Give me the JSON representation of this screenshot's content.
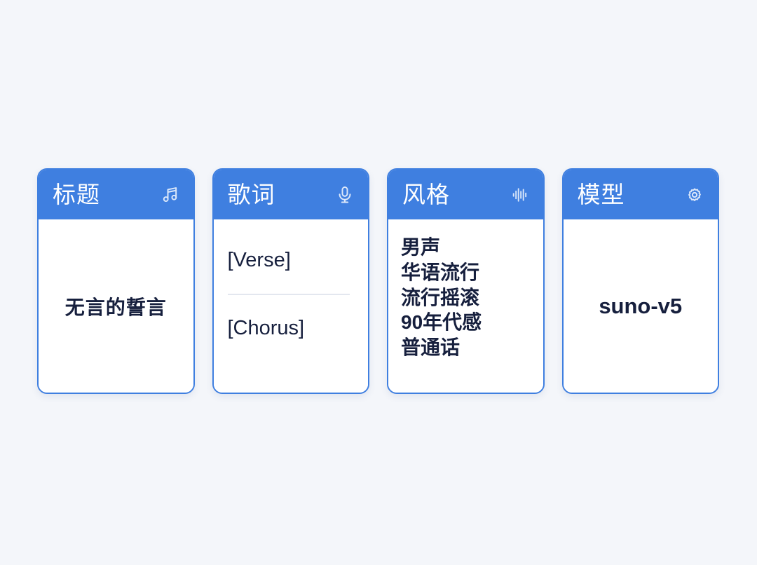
{
  "page": {
    "background_color": "#f4f6fa",
    "accent_color": "#3f7fe0",
    "text_color": "#161f3d"
  },
  "cards": [
    {
      "id": "title",
      "header_label": "标题",
      "icon": "music-note-icon",
      "layout": "center",
      "value": "无言的誓言"
    },
    {
      "id": "lyrics",
      "header_label": "歌词",
      "icon": "microphone-icon",
      "layout": "lyrics",
      "lines": [
        "[Verse]",
        "[Chorus]"
      ]
    },
    {
      "id": "style",
      "header_label": "风格",
      "icon": "waveform-icon",
      "layout": "tags",
      "tags": [
        "男声",
        "华语流行",
        "流行摇滚",
        "90年代感",
        "普通话"
      ]
    },
    {
      "id": "model",
      "header_label": "模型",
      "icon": "gear-icon",
      "layout": "center",
      "value": "suno-v5"
    }
  ]
}
